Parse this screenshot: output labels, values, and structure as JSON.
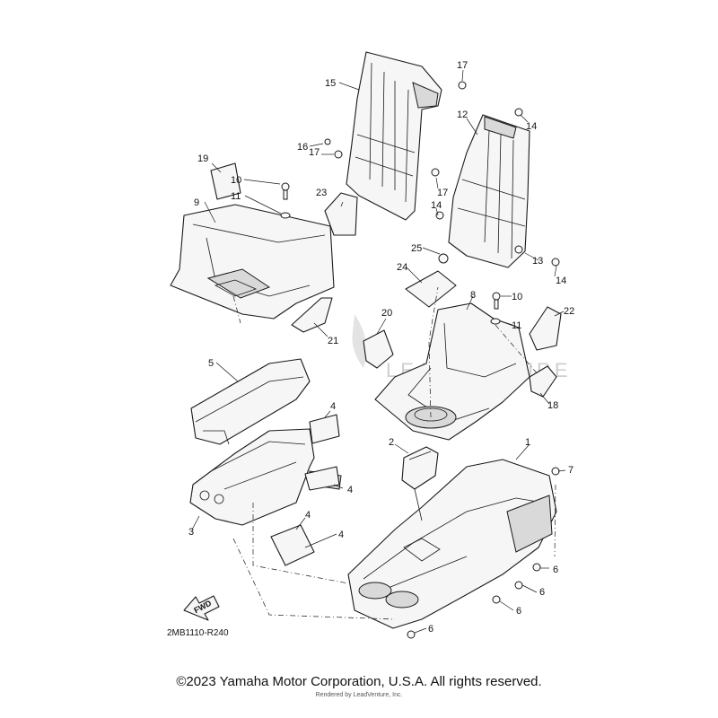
{
  "diagram": {
    "code": "2MB1110-R240",
    "fwd_label": "FWD",
    "watermark": "LEADVENTURE",
    "callouts": {
      "c1": "1",
      "c2": "2",
      "c3": "3",
      "c4a": "4",
      "c4b": "4",
      "c4c": "4",
      "c4d": "4",
      "c5": "5",
      "c6a": "6",
      "c6b": "6",
      "c6c": "6",
      "c6d": "6",
      "c7": "7",
      "c8": "8",
      "c9": "9",
      "c10a": "10",
      "c10b": "10",
      "c11a": "11",
      "c11b": "11",
      "c12": "12",
      "c13": "13",
      "c14a": "14",
      "c14b": "14",
      "c14c": "14",
      "c15": "15",
      "c16": "16",
      "c17a": "17",
      "c17b": "17",
      "c17c": "17",
      "c18": "18",
      "c19": "19",
      "c20": "20",
      "c21": "21",
      "c22": "22",
      "c23": "23",
      "c24": "24",
      "c25": "25"
    }
  },
  "footer": {
    "copyright": "©2023 Yamaha Motor Corporation, U.S.A. All rights reserved.",
    "render_note": "Rendered by LeadVenture, Inc."
  }
}
